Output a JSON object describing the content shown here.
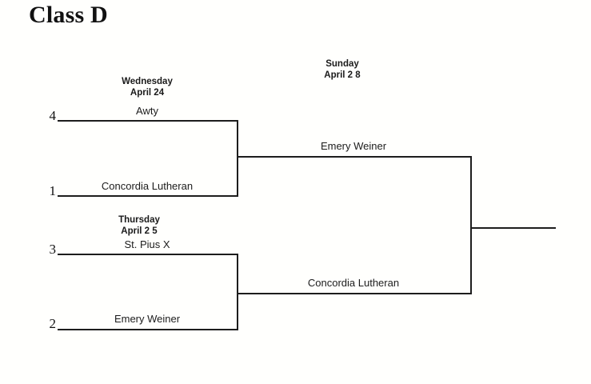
{
  "title": "Class D",
  "colors": {
    "background": "#fffffd",
    "line": "#1d1d1d",
    "text": "#1c1c1c",
    "title_text": "#111111"
  },
  "rounds": [
    {
      "id": "wednesday",
      "day": "Wednesday",
      "date": "April 24"
    },
    {
      "id": "thursday",
      "day": "Thursday",
      "date": "April 2 5"
    },
    {
      "id": "sunday",
      "day": "Sunday",
      "date": "April 2 8"
    }
  ],
  "seeds": {
    "r1m1_top": "4",
    "r1m1_bottom": "1",
    "r1m2_top": "3",
    "r1m2_bottom": "2"
  },
  "matches": {
    "round1": [
      {
        "id": "r1m1",
        "seed": "4",
        "team": "Awty"
      },
      {
        "id": "r1m2",
        "seed": "1",
        "team": "Concordia Lutheran"
      },
      {
        "id": "r1m3",
        "seed": "3",
        "team": "St. Pius X"
      },
      {
        "id": "r1m4",
        "seed": "2",
        "team": "Emery Weiner"
      }
    ],
    "semifinals": [
      {
        "id": "sf1",
        "team": "Emery Weiner"
      },
      {
        "id": "sf2",
        "team": "Concordia Lutheran"
      }
    ],
    "final": {
      "id": "final",
      "team": ""
    }
  }
}
